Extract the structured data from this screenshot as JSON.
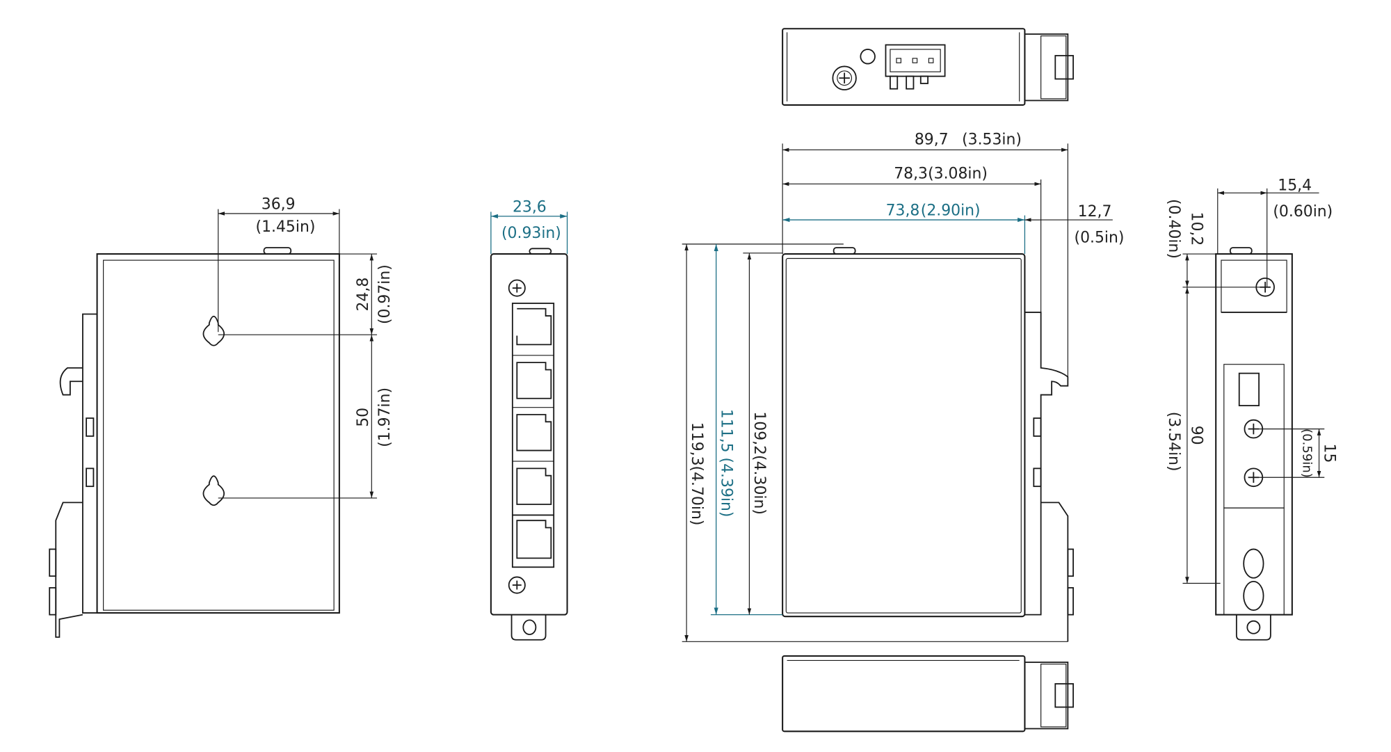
{
  "colors": {
    "line": "#1a1a1a",
    "accent": "#1c6f85",
    "background": "#ffffff"
  },
  "back_view": {
    "width_mm": "36,9",
    "width_in": "(1.45in)",
    "top_to_hole_mm": "24,8",
    "top_to_hole_in": "(0.97in)",
    "hole_spacing_mm": "50",
    "hole_spacing_in": "(1.97in)"
  },
  "front_view": {
    "width_mm": "23,6",
    "width_in": "(0.93in)",
    "port_count": 5
  },
  "side_view": {
    "total_depth": "89,7",
    "total_depth_in": "(3.53in)",
    "depth_2": "78,3",
    "depth_2_in": "(3.08in)",
    "body_depth": "73,8",
    "body_depth_in": "(2.90in)",
    "clip_depth": "12,7",
    "clip_depth_in": "(0.5in)",
    "total_height": "119,3(4.70in)",
    "height_2": "111,5 (4.39in)",
    "body_height": "109,2(4.30in)"
  },
  "right_view": {
    "offset_mm": "15,4",
    "offset_in": "(0.60in)",
    "top_offset_mm": "10,2",
    "top_offset_in": "(0.40in)",
    "screw_span_mm": "90",
    "screw_span_in": "(3.54in)",
    "screw_pitch_mm": "15",
    "screw_pitch_in": "(0.59in)"
  }
}
